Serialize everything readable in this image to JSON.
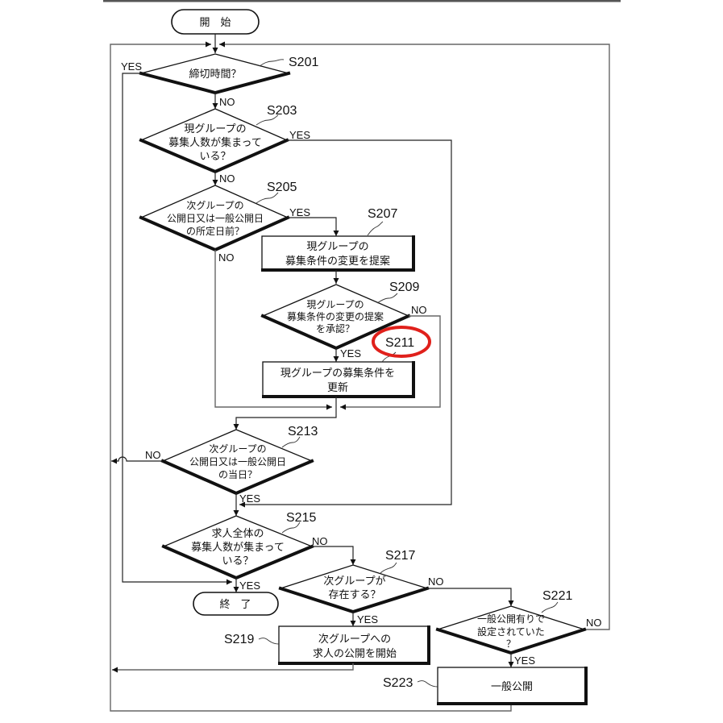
{
  "terminals": {
    "start": "開　始",
    "end": "終　了"
  },
  "edge_labels": {
    "yes": "YES",
    "no": "NO"
  },
  "steps": [
    {
      "id": "S201",
      "type": "decision",
      "lines": [
        "締切時間？"
      ]
    },
    {
      "id": "S203",
      "type": "decision",
      "lines": [
        "現グループの",
        "募集人数が集まって",
        "いる？"
      ]
    },
    {
      "id": "S205",
      "type": "decision",
      "lines": [
        "次グループの",
        "公開日又は一般公開日",
        "の所定日前？"
      ]
    },
    {
      "id": "S207",
      "type": "process",
      "lines": [
        "現グループの",
        "募集条件の変更を提案"
      ]
    },
    {
      "id": "S209",
      "type": "decision",
      "lines": [
        "現グループの",
        "募集条件の変更の提案",
        "を承認？"
      ]
    },
    {
      "id": "S211",
      "type": "process",
      "lines": [
        "現グループの募集条件を",
        "更新"
      ]
    },
    {
      "id": "S213",
      "type": "decision",
      "lines": [
        "次グループの",
        "公開日又は一般公開日",
        "の当日？"
      ]
    },
    {
      "id": "S215",
      "type": "decision",
      "lines": [
        "求人全体の",
        "募集人数が集まって",
        "いる？"
      ]
    },
    {
      "id": "S217",
      "type": "decision",
      "lines": [
        "次グループが",
        "存在する？"
      ]
    },
    {
      "id": "S219",
      "type": "process",
      "lines": [
        "次グループへの",
        "求人の公開を開始"
      ]
    },
    {
      "id": "S221",
      "type": "decision",
      "lines": [
        "一般公開有りで",
        "設定されていた",
        "？"
      ]
    },
    {
      "id": "S223",
      "type": "process",
      "lines": [
        "一般公開"
      ]
    }
  ],
  "highlight": {
    "step": "S211",
    "color": "#e0201b"
  }
}
